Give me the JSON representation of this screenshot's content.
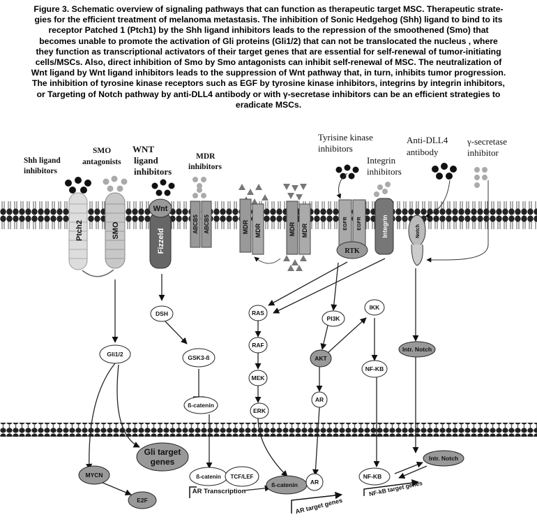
{
  "caption": {
    "lines": [
      "Figure 3. Schematic overview of signaling pathways that can function as therapeutic target MSC. Therapeutic strate-",
      "gies for the efficient treatment of melanoma metastasis. The inhibition of Sonic Hedgehog (Shh) ligand to bind to its",
      "receptor Patched 1 (Ptch1) by the Shh ligand inhibitors leads to the repression of the smoothened (Smo) that",
      "becomes unable to promote the activation of Gli proteins (Gli1/2) that can not be translocated the nucleus , where",
      "they function as transcriptional activators of their target genes that are essential for self-renewal of tumor-initiating",
      "cells/MSCs. Also, direct inhibition of Smo by Smo antagonists can inhibit self-renewal of MSC. The neutralization of",
      "Wnt ligand by Wnt ligand inhibitors leads to the suppression of Wnt pathway that, in turn, inhibits tumor progression.",
      "The inhibition of tyrosine kinase receptors such as EGF by tyrosine kinase inhibitors, integrins by integrin inhibitors,",
      "or Targeting of Notch pathway by anti-DLL4 antibody or with γ-secretase inhibitors can be an efficient strategies to",
      "eradicate MSCs."
    ]
  },
  "labels": {
    "shh_1": "Shh ligand",
    "shh_2": "inhibitors",
    "smo_1": "SMO",
    "smo_2": "antagonists",
    "wnt_1": "WNT",
    "wnt_2": "ligand",
    "wnt_3": "inhibitors",
    "mdr_1": "MDR",
    "mdr_2": "inhibitors",
    "tk_1": "Tyrisine kinase",
    "tk_2": "inhibitors",
    "int_1": "Integrin",
    "int_2": "inhibitors",
    "dll_1": "Anti-DLL4",
    "dll_2": "antibody",
    "gs_1": "γ-secretase",
    "gs_2": "inhibitor"
  },
  "receptors": {
    "ptch2": "Ptch2",
    "smo": "SMO",
    "wnt": "Wnt",
    "frizzled": "Fizzeld",
    "abcb5a": "ABCB5",
    "abcb5b": "ABCB5",
    "mdr1": "MDR",
    "mdr2": "MDR",
    "mdr3": "MDR",
    "mdr4": "MDR",
    "egfr1": "EGFR",
    "egfr2": "EGFR",
    "rtk": "RTK",
    "integrin": "Integrin",
    "notch": "Notch"
  },
  "nodes": {
    "gli": "Gli1/2",
    "dsh": "DSH",
    "gsk": "GSK3-ß",
    "bcat": "ß-catenin",
    "ras": "RAS",
    "raf": "RAF",
    "mek": "MEK",
    "erk": "ERK",
    "pi3k": "PI3K",
    "akt": "AKT",
    "ar": "AR",
    "ikk": "IKK",
    "nfkb": "NF-KB",
    "intr_notch": "Intr. Notch",
    "mycn": "MYCN",
    "e2f": "E2F",
    "gli_target_1": "Gli target",
    "gli_target_2": "genes",
    "bcat_nuc": "ß-catenin",
    "tcf": "TCF/LEF",
    "ar_transcription": "AR Transcription",
    "bcat_ar": "ß-catenin",
    "ar_nuc": "AR",
    "ar_target": "AR target genes",
    "nfkb_nuc": "NF-KB",
    "intr_notch_nuc": "Intr. Notch",
    "nfkb_target": "NF-kB target genes"
  }
}
